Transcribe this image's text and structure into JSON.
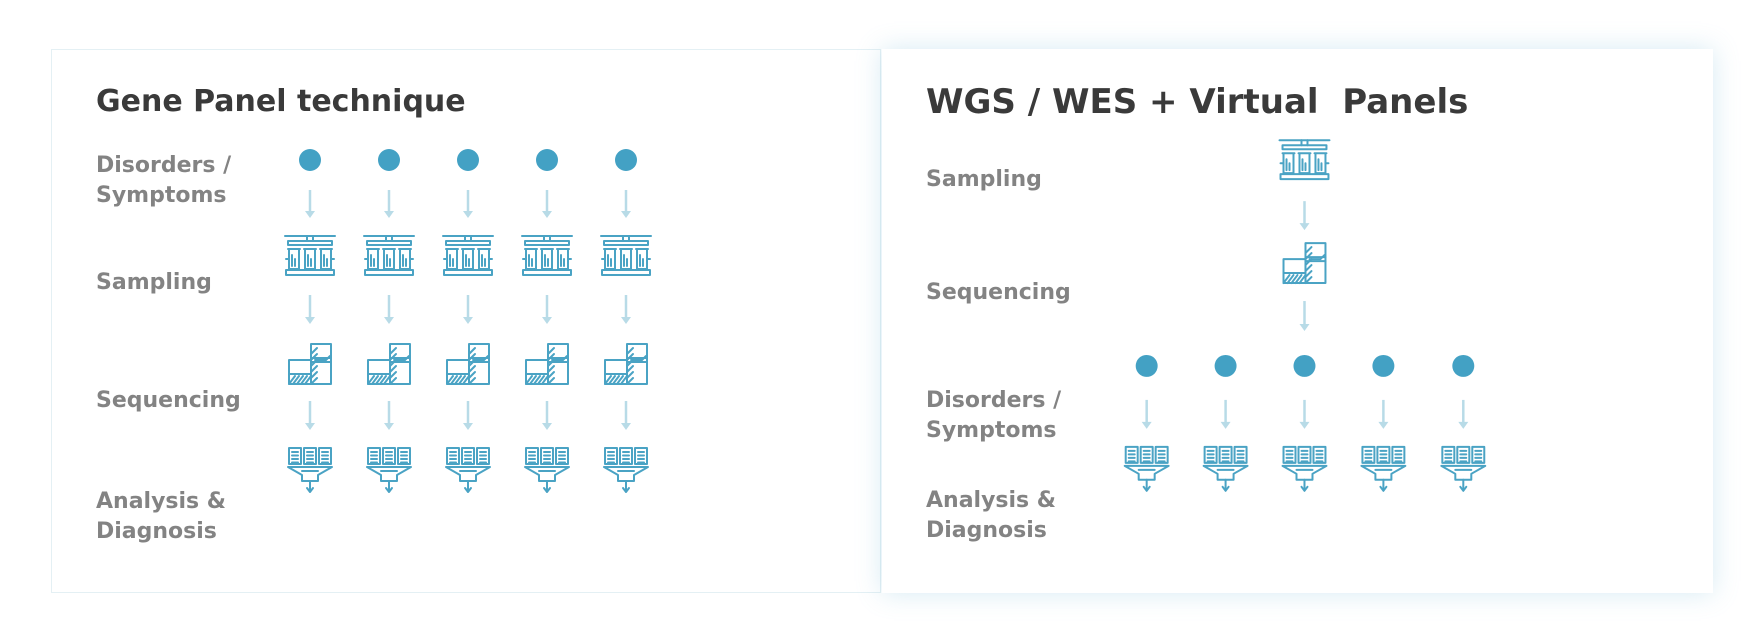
{
  "left_panel": {
    "title": "Gene Panel technique",
    "steps": {
      "disorders": "Disorders /\nSymptoms",
      "sampling": "Sampling",
      "sequencing": "Sequencing",
      "analysis": "Analysis &\nDiagnosis"
    }
  },
  "right_panel": {
    "title": "WGS / WES + Virtual  Panels",
    "steps": {
      "sampling": "Sampling",
      "sequencing": "Sequencing",
      "disorders": "Disorders /\nSymptoms",
      "analysis": "Analysis &\nDiagnosis"
    }
  },
  "icons": [
    "test-tubes-icon",
    "sequencer-icon",
    "analysis-funnel-icon"
  ],
  "colors": {
    "icon": "#4aa3c4",
    "dot": "#43a1c4",
    "arrow": "#b8dbe7",
    "title": "#3a3a3a",
    "label": "#838383"
  }
}
